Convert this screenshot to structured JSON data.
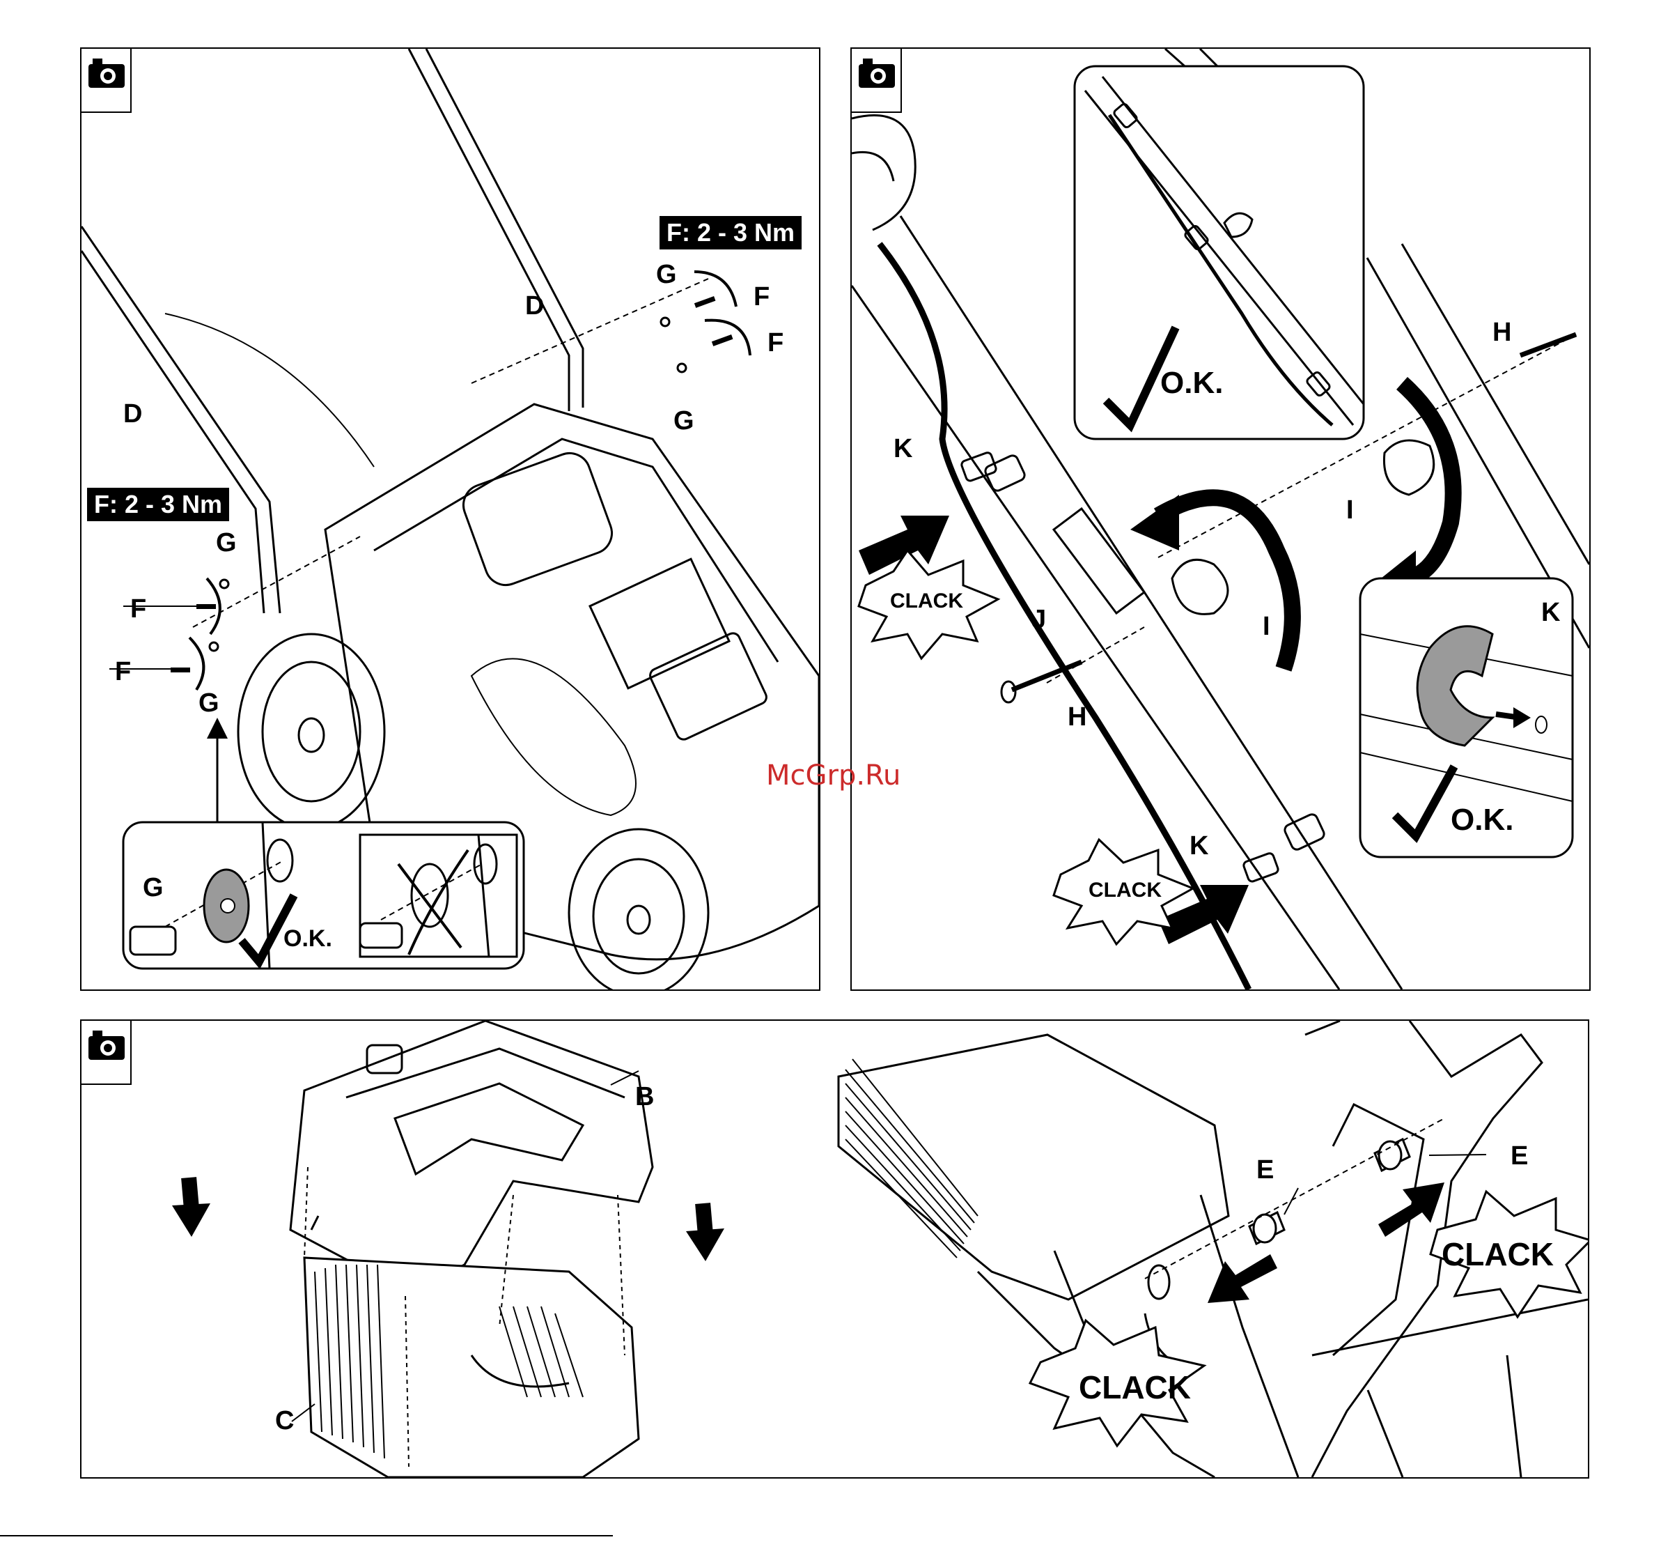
{
  "watermark": "McGrp.Ru",
  "panel1": {
    "torque_top": "F: 2 - 3 Nm",
    "torque_left": "F: 2 - 3 Nm",
    "labels": {
      "d1": "D",
      "d2": "D",
      "g1": "G",
      "g2": "G",
      "g3": "G",
      "g4": "G",
      "g5": "G",
      "f1": "F",
      "f2": "F",
      "f3": "F",
      "f4": "F"
    },
    "ok": "O.K."
  },
  "panel2": {
    "labels": {
      "k1": "K",
      "k2": "K",
      "k3": "K",
      "j": "J",
      "h1": "H",
      "h2": "H",
      "i1": "I",
      "i2": "I"
    },
    "clack1": "CLACK",
    "clack2": "CLACK",
    "ok1": "O.K.",
    "ok2": "O.K."
  },
  "panel3": {
    "labels": {
      "b": "B",
      "c": "C"
    }
  },
  "panel4": {
    "labels": {
      "e1": "E",
      "e2": "E"
    },
    "clack1": "CLACK",
    "clack2": "CLACK"
  },
  "icons": [
    "camera-icon",
    "checkmark-icon",
    "cross-icon",
    "arrow-icon",
    "rotate-arrow-icon"
  ]
}
